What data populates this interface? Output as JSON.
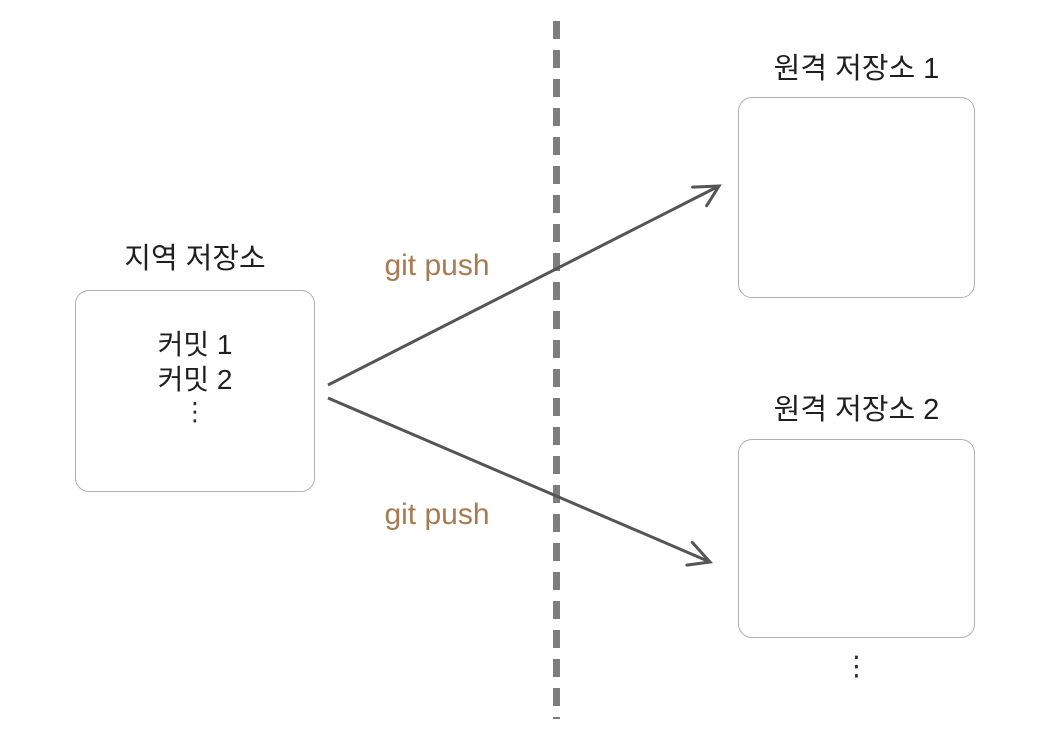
{
  "diagram": {
    "local_repo": {
      "title": "지역 저장소",
      "commit_1": "커밋 1",
      "commit_2": "커밋 2",
      "ellipsis": "⋮"
    },
    "remote_repo_1": {
      "title": "원격 저장소 1"
    },
    "remote_repo_2": {
      "title": "원격 저장소 2"
    },
    "more_remotes_ellipsis": "⋮",
    "arrow_1": {
      "label": "git push"
    },
    "arrow_2": {
      "label": "git push"
    },
    "colors": {
      "arrow_stroke": "#555555",
      "push_label_text": "#a87a4f",
      "divider_gray": "#7d7d7d",
      "box_border": "#b0b0b0",
      "label_text": "#1f1f1f"
    }
  }
}
